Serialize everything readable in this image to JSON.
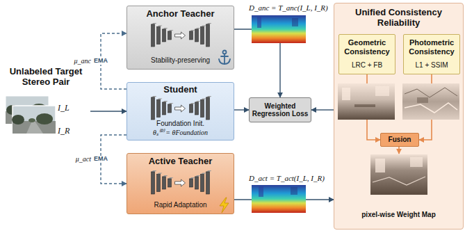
{
  "diagram": {
    "nodes": [
      {
        "text": [
          "Unlabeled Target Stereo Pair"
        ]
      },
      {
        "text": [
          "Anchor Teacher",
          "Stability-preserving"
        ]
      },
      {
        "text": [
          "Student",
          "Foundation Init.",
          "θₛ⁽⁰⁾ = θFoundation"
        ]
      },
      {
        "text": [
          "Active Teacher",
          "Rapid Adaptation"
        ]
      },
      {
        "text": [
          "Weighted Regression Loss"
        ]
      },
      {
        "text": [
          "Unified Consistency Reliability",
          "pixel-wise Weight Map"
        ]
      },
      {
        "text": [
          "Geometric Consistency",
          "LRC + FB"
        ],
        "in": 5
      },
      {
        "text": [
          "Photometric Consistency",
          "L1 + SSIM"
        ],
        "in": 5
      },
      {
        "text": [
          "Fusion"
        ],
        "in": 5
      }
    ],
    "edges": [
      {
        "from": 0,
        "to": 2,
        "arrow": "to"
      },
      {
        "from": 2,
        "to": 1,
        "label": "EMA",
        "arrow": "to"
      },
      {
        "from": 2,
        "to": 3,
        "label": "EMA",
        "arrow": "to"
      },
      {
        "from": 1,
        "to": 4,
        "arrow": "to"
      },
      {
        "from": 2,
        "to": 4,
        "arrow": "to"
      },
      {
        "from": 3,
        "to": 5,
        "arrow": "to"
      },
      {
        "from": 5,
        "to": 4,
        "arrow": "to"
      },
      {
        "from": 6,
        "to": 8,
        "arrow": "to"
      },
      {
        "from": 7,
        "to": 8,
        "arrow": "to"
      }
    ],
    "labels": [
      "I_L",
      "I_R",
      "D_anc = T_anc(I_L, I_R)",
      "D_act = T_act(I_L, I_R)",
      "μ_anc",
      "μ_act"
    ]
  }
}
